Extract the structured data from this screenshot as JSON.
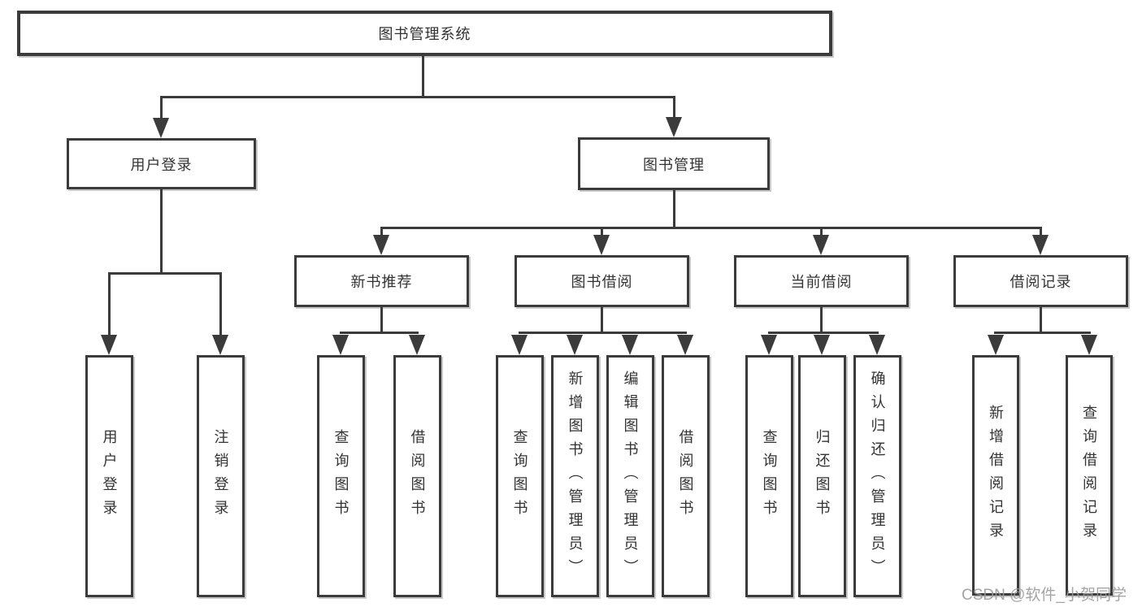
{
  "title": {
    "label": "图书管理系统"
  },
  "level2": [
    {
      "label": "用户登录"
    },
    {
      "label": "图书管理"
    }
  ],
  "level3": [
    {
      "label": "新书推荐"
    },
    {
      "label": "图书借阅"
    },
    {
      "label": "当前借阅"
    },
    {
      "label": "借阅记录"
    }
  ],
  "leaves": {
    "user_login": [
      {
        "label": "用户登录"
      },
      {
        "label": "注销登录"
      }
    ],
    "new_books": [
      {
        "label": "查询图书"
      },
      {
        "label": "借阅图书"
      }
    ],
    "book_borrow": [
      {
        "label": "查询图书"
      },
      {
        "label": "新增图书（管理员）"
      },
      {
        "label": "编辑图书（管理员）"
      },
      {
        "label": "借阅图书"
      }
    ],
    "current_borrow": [
      {
        "label": "查询图书"
      },
      {
        "label": "归还图书"
      },
      {
        "label": "确认归还（管理员）"
      }
    ],
    "borrow_records": [
      {
        "label": "新增借阅记录"
      },
      {
        "label": "查询借阅记录"
      }
    ]
  },
  "watermark": "CSDN @软件_小贺同学",
  "colors": {
    "line": "#3b3b3b",
    "text": "#333333",
    "background": "#ffffff",
    "watermark": "#9b9b9b"
  }
}
